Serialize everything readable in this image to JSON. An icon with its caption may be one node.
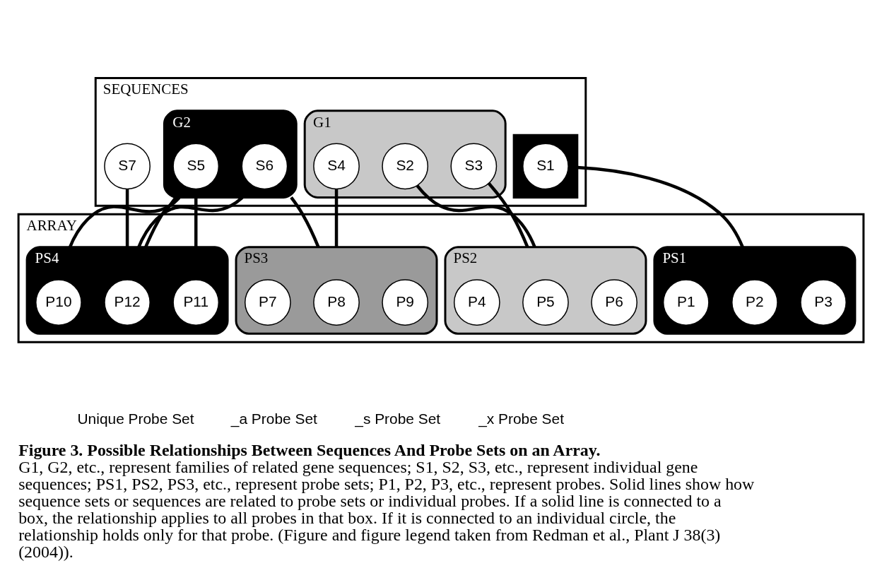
{
  "diagram": {
    "caption": "**Figure 3. Possible Relationships Between Sequences And Probe Sets on an Array.** G1, G2, etc., represent families of related gene sequences; S1, S2, S3, etc., represent individual gene sequences; PS1, PS2, PS3, etc., represent probe sets; P1, P2, P3, etc., represent probes. Solid lines show how sequence sets or sequences are related to probe sets or individual probes. If a solid line is connected to a box, the relationship applies to all probes in that box. If it is connected to an individual circle, the relationship holds only for that probe. (Figure and figure legend taken from Redman et al., Plant J 38(3) (2004)).",
    "nodes": [
      {
        "text": [
          "SEQUENCES"
        ]
      },
      {
        "text": [],
        "shape": "box",
        "in": 0
      },
      {
        "text": [
          "S1"
        ],
        "in": 1
      },
      {
        "text": [
          "G1"
        ],
        "in": 0
      },
      {
        "text": [
          "S2"
        ],
        "in": 3
      },
      {
        "text": [
          "S3"
        ],
        "in": 3
      },
      {
        "text": [
          "S4"
        ],
        "in": 3
      },
      {
        "text": [
          "G2"
        ],
        "in": 0
      },
      {
        "text": [
          "S5"
        ],
        "in": 7
      },
      {
        "text": [
          "S6"
        ],
        "in": 7
      },
      {
        "text": [
          "S7"
        ],
        "in": 0
      },
      {
        "text": [
          "ARRAY"
        ]
      },
      {
        "text": [
          "PS1"
        ],
        "in": 11
      },
      {
        "text": [
          "P1"
        ],
        "in": 12
      },
      {
        "text": [
          "P2"
        ],
        "in": 12
      },
      {
        "text": [
          "P3"
        ],
        "in": 12
      },
      {
        "text": [
          "PS2"
        ],
        "in": 11
      },
      {
        "text": [
          "P4"
        ],
        "in": 16
      },
      {
        "text": [
          "P5"
        ],
        "in": 16
      },
      {
        "text": [
          "P6"
        ],
        "in": 16
      },
      {
        "text": [
          "PS3"
        ],
        "in": 11
      },
      {
        "text": [
          "P7"
        ],
        "in": 20
      },
      {
        "text": [
          "P8"
        ],
        "in": 20
      },
      {
        "text": [
          "P9"
        ],
        "in": 20
      },
      {
        "text": [
          "PS4"
        ],
        "in": 11
      },
      {
        "text": [
          "P10"
        ],
        "in": 24
      },
      {
        "text": [
          "P11"
        ],
        "in": 24
      },
      {
        "text": [
          "P12"
        ],
        "in": 24
      }
    ],
    "edges": [
      {
        "from": 1,
        "to": 12,
        "arrow": "none"
      },
      {
        "from": 4,
        "to": 16,
        "arrow": "none"
      },
      {
        "from": 5,
        "to": 16,
        "arrow": "none"
      },
      {
        "from": 6,
        "to": 20,
        "arrow": "none"
      },
      {
        "from": 7,
        "to": 20,
        "arrow": "none"
      },
      {
        "from": 8,
        "to": 25,
        "arrow": "none"
      },
      {
        "from": 8,
        "to": 26,
        "arrow": "none"
      },
      {
        "from": 8,
        "to": 27,
        "arrow": "none"
      },
      {
        "from": 9,
        "to": 27,
        "arrow": "none"
      },
      {
        "from": 10,
        "to": 27,
        "arrow": "none"
      }
    ],
    "labels": [
      "Unique Probe Set",
      "_a Probe Set",
      "_s Probe Set",
      "_x Probe Set"
    ]
  }
}
